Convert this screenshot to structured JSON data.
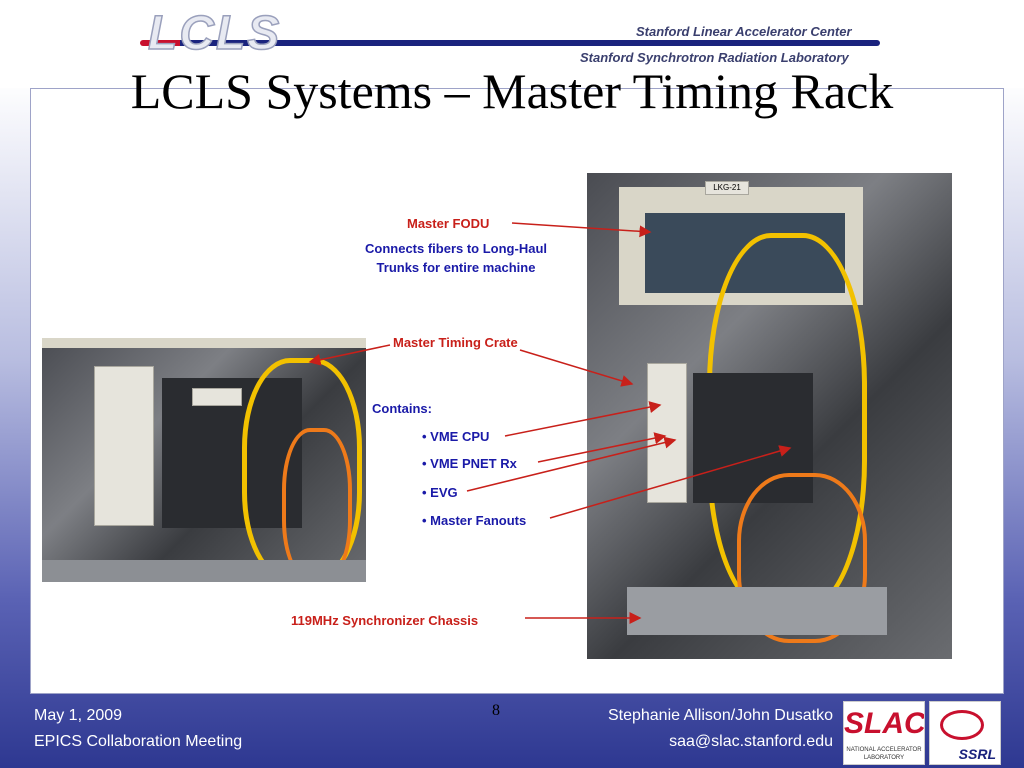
{
  "header": {
    "logo_text": "LCLS",
    "org_line1": "Stanford Linear Accelerator Center",
    "org_line2": "Stanford Synchrotron Radiation Laboratory"
  },
  "slide": {
    "title": "LCLS Systems – Master Timing Rack",
    "page_number": "8"
  },
  "labels": {
    "master_fodu": "Master FODU",
    "fodu_desc_line1": "Connects fibers to Long-Haul",
    "fodu_desc_line2": "Trunks for entire machine",
    "master_timing_crate": "Master Timing Crate",
    "contains": "Contains:",
    "items": [
      "• VME CPU",
      "• VME PNET Rx",
      "• EVG",
      "• Master Fanouts"
    ],
    "synchronizer": "119MHz Synchronizer Chassis"
  },
  "photo_labels": {
    "rack_tag": "LKG-21"
  },
  "footer": {
    "date": "May 1, 2009",
    "event": "EPICS Collaboration Meeting",
    "authors": "Stephanie Allison/John Dusatko",
    "email": "saa@slac.stanford.edu"
  },
  "logos": {
    "slac": "SLAC",
    "slac_sub": "NATIONAL ACCELERATOR LABORATORY",
    "ssrl": "SSRL"
  },
  "colors": {
    "label_red": "#c8201a",
    "label_blue": "#1a1aa8",
    "background_dark": "#2e3891"
  }
}
